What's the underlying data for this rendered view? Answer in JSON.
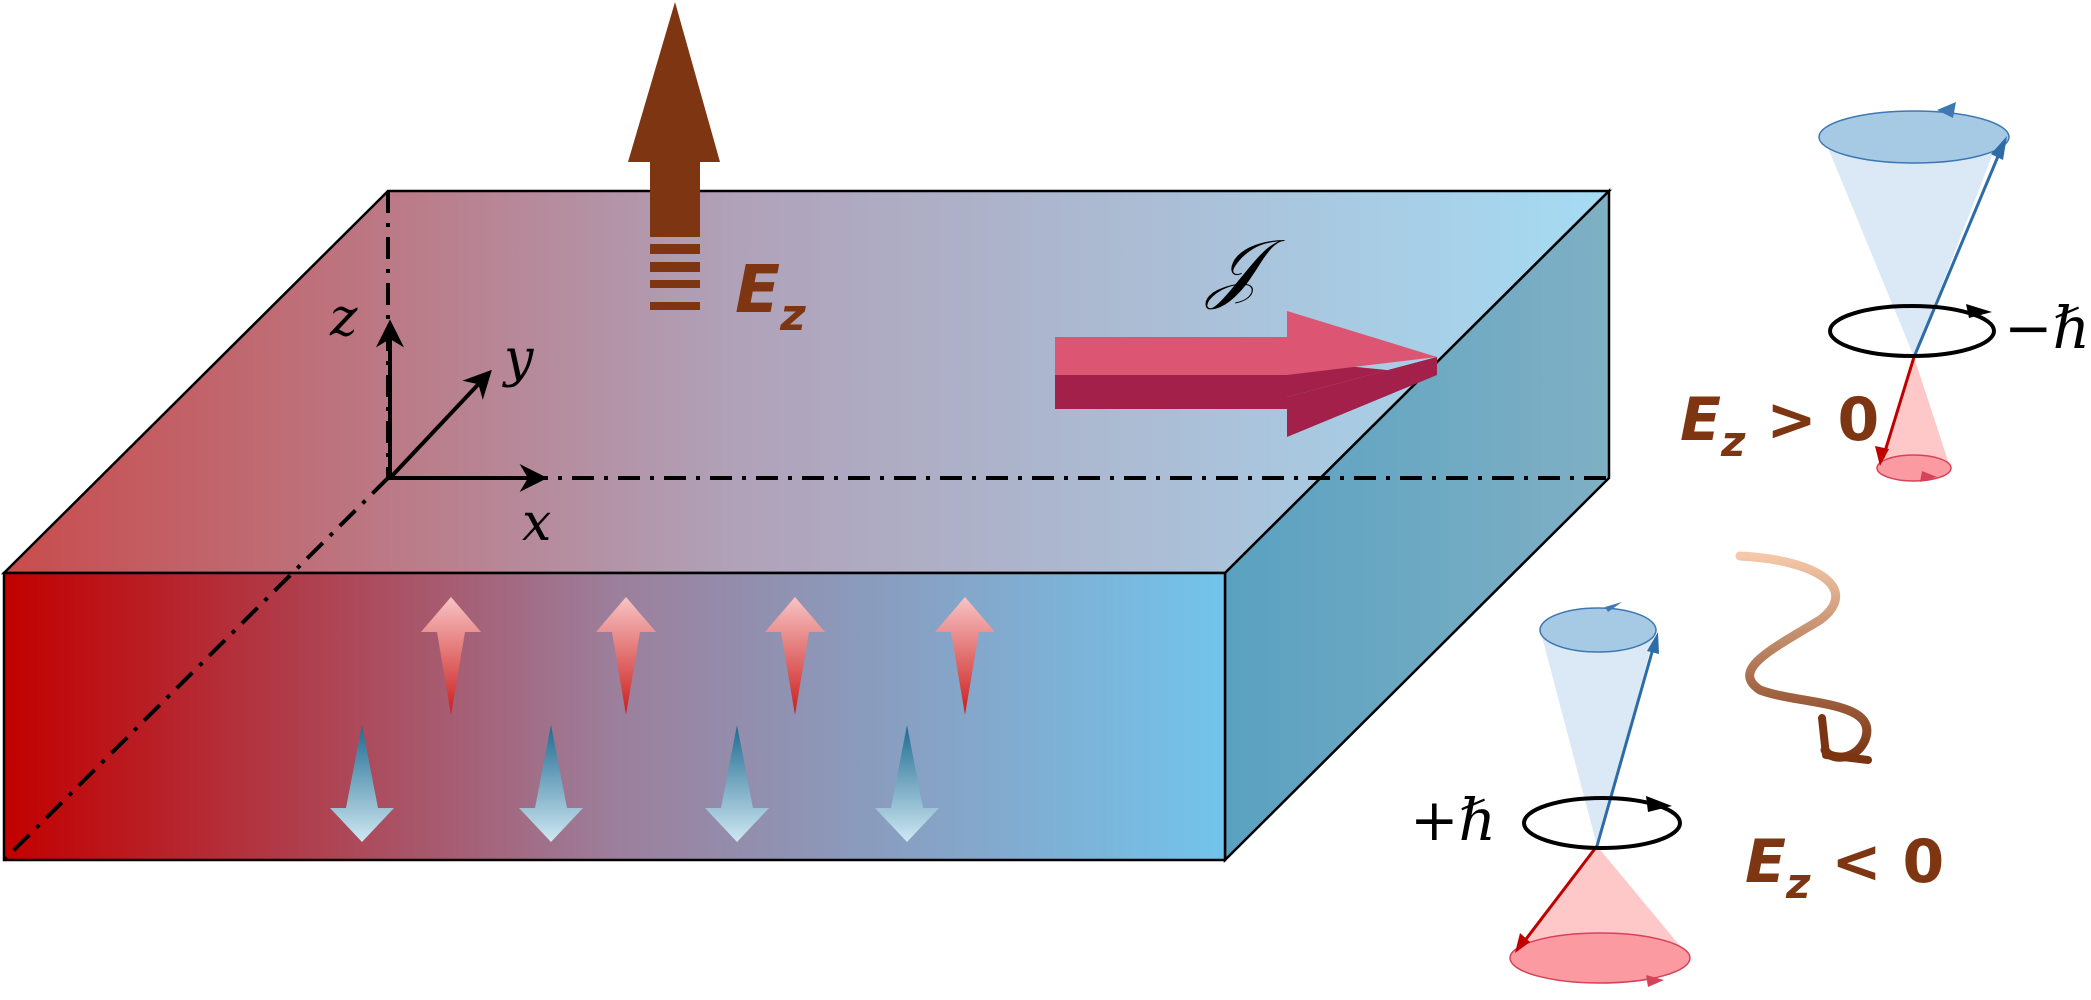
{
  "labels": {
    "field_arrow": "E",
    "field_arrow_sub": "z",
    "current": "̉",
    "axis_x": "x",
    "axis_y": "y",
    "axis_z": "z",
    "cone_top_spin": "−ℏ",
    "cone_bottom_spin": "+ℏ",
    "cond_top_E": "E",
    "cond_top_sub": "z",
    "cond_top_rel": " > 0",
    "cond_bottom_E": "E",
    "cond_bottom_sub": "z",
    "cond_bottom_rel": " < 0"
  },
  "colors": {
    "hot_red": "#c00000",
    "cool_blue": "#72c3ea",
    "field_brown": "#7e3511",
    "current_pink": "#dc5573",
    "spin_up": "#d62a2a",
    "spin_down": "#1c6f95",
    "cone_blue": "#dbe9f6",
    "cone_pink": "#ffc8c8"
  }
}
